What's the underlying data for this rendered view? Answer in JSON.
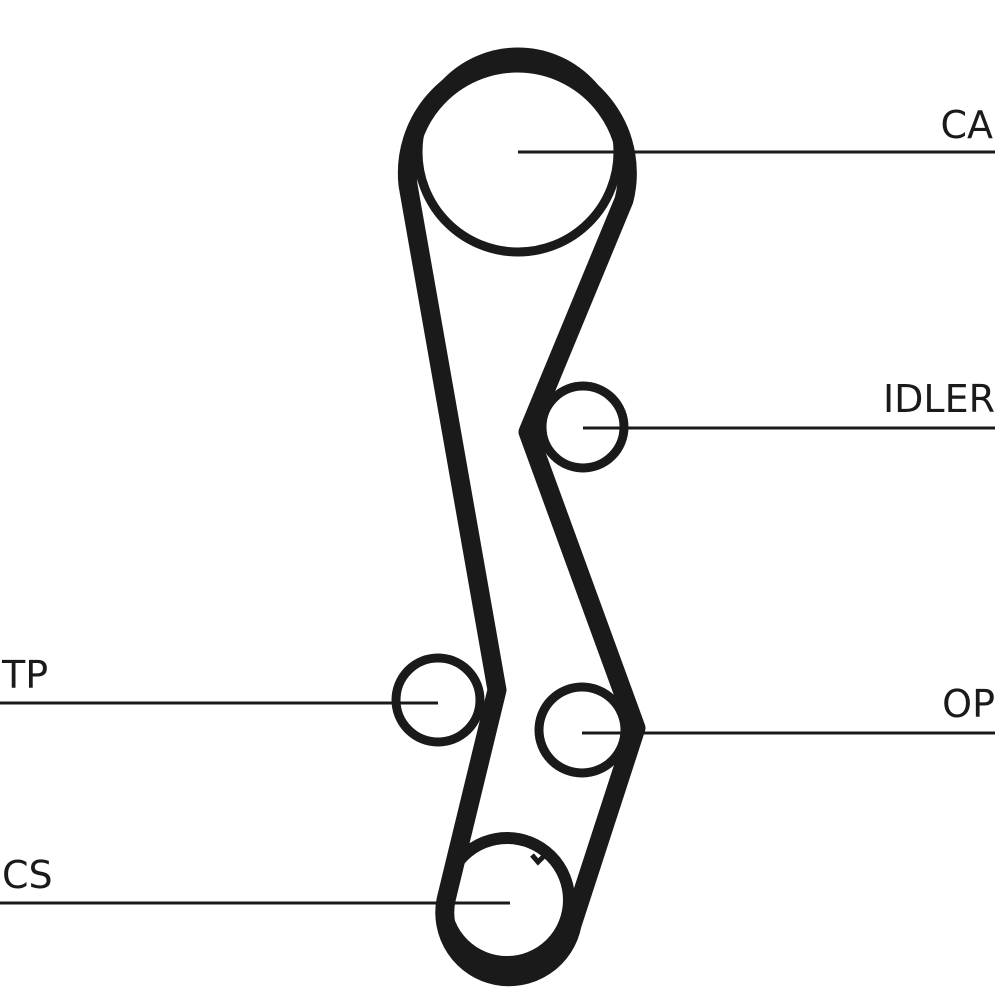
{
  "diagram": {
    "type": "timing-belt-layout",
    "ink_color": "#1a1a1a",
    "labels": {
      "ca": "CA",
      "idler": "IDLER",
      "tp": "TP",
      "op": "OP",
      "cs": "CS"
    }
  }
}
